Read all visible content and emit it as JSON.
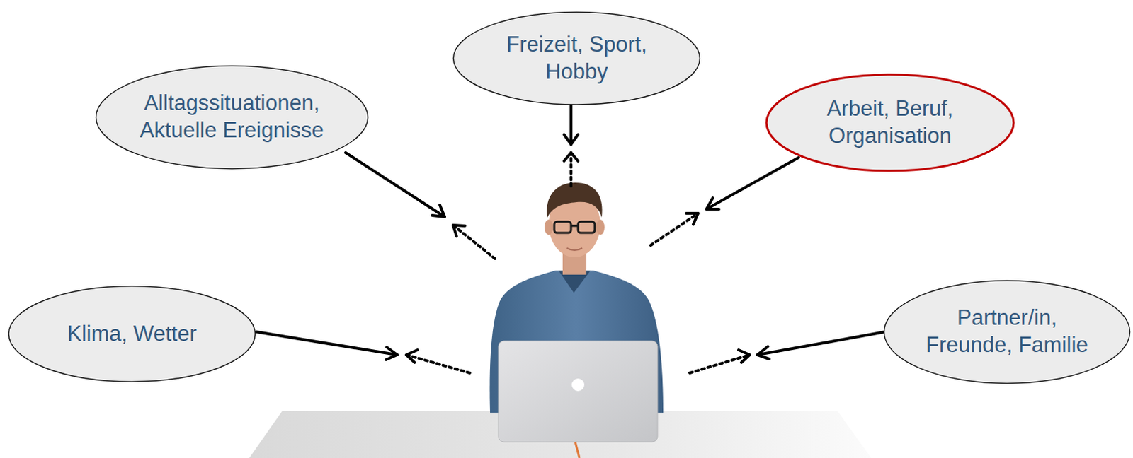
{
  "diagram": {
    "nodes": [
      {
        "text": [
          "Freizeit, Sport, Hobby"
        ]
      },
      {
        "text": [
          "Alltagssituationen, Aktuelle Ereignisse"
        ]
      },
      {
        "text": [
          "Arbeit, Beruf, Organisation"
        ]
      },
      {
        "text": [
          "Klima, Wetter"
        ]
      },
      {
        "text": [
          "Partner/in, Freunde, Familie"
        ]
      }
    ]
  }
}
